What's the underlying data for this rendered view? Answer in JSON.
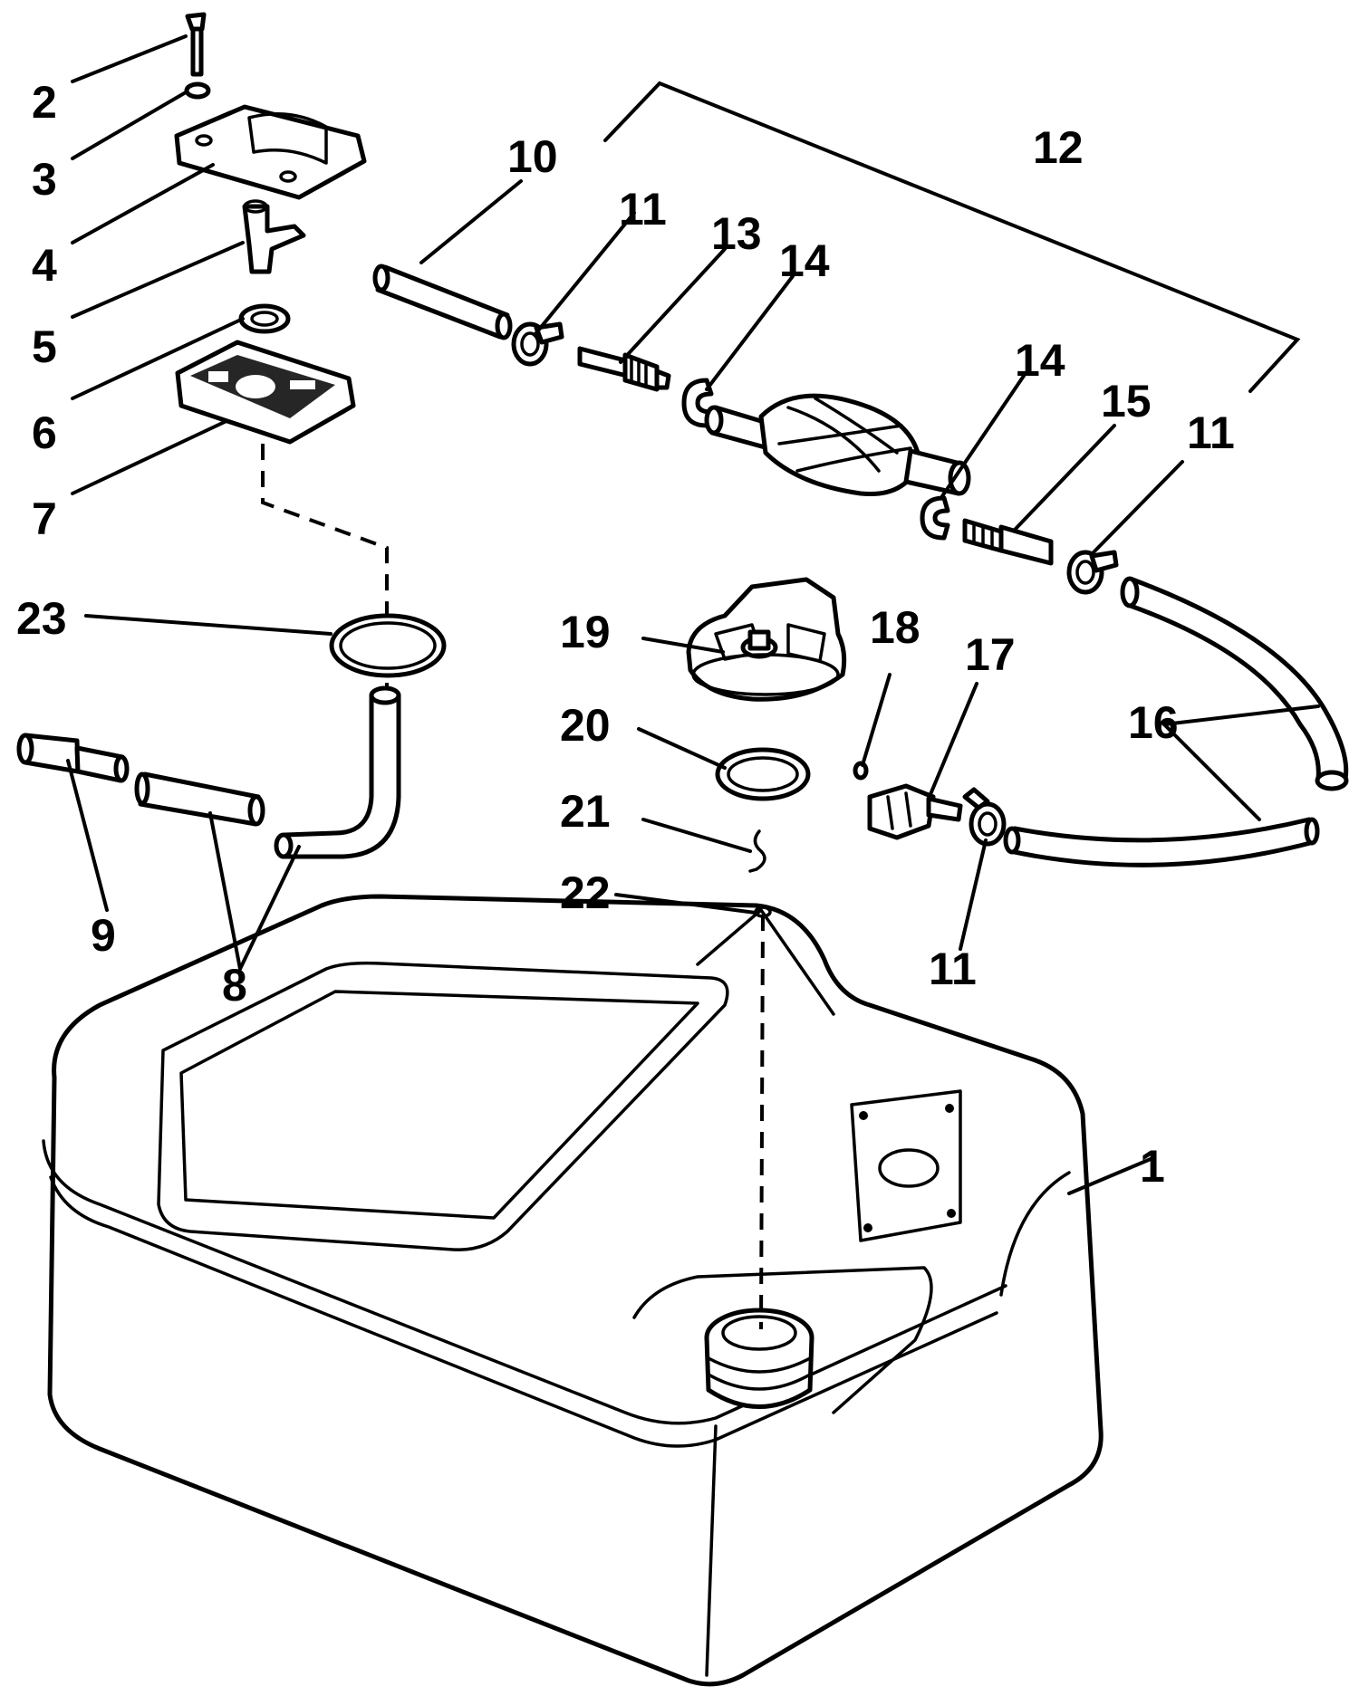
{
  "diagram": {
    "callouts": [
      {
        "id": "1",
        "label": "1"
      },
      {
        "id": "2",
        "label": "2"
      },
      {
        "id": "3",
        "label": "3"
      },
      {
        "id": "4",
        "label": "4"
      },
      {
        "id": "5",
        "label": "5"
      },
      {
        "id": "6",
        "label": "6"
      },
      {
        "id": "7",
        "label": "7"
      },
      {
        "id": "8",
        "label": "8"
      },
      {
        "id": "9",
        "label": "9"
      },
      {
        "id": "10",
        "label": "10"
      },
      {
        "id": "11a",
        "label": "11"
      },
      {
        "id": "11b",
        "label": "11"
      },
      {
        "id": "11c",
        "label": "11"
      },
      {
        "id": "12",
        "label": "12"
      },
      {
        "id": "13",
        "label": "13"
      },
      {
        "id": "14a",
        "label": "14"
      },
      {
        "id": "14b",
        "label": "14"
      },
      {
        "id": "15",
        "label": "15"
      },
      {
        "id": "16",
        "label": "16"
      },
      {
        "id": "17",
        "label": "17"
      },
      {
        "id": "18",
        "label": "18"
      },
      {
        "id": "19",
        "label": "19"
      },
      {
        "id": "20",
        "label": "20"
      },
      {
        "id": "21",
        "label": "21"
      },
      {
        "id": "22",
        "label": "22"
      },
      {
        "id": "23",
        "label": "23"
      }
    ]
  }
}
